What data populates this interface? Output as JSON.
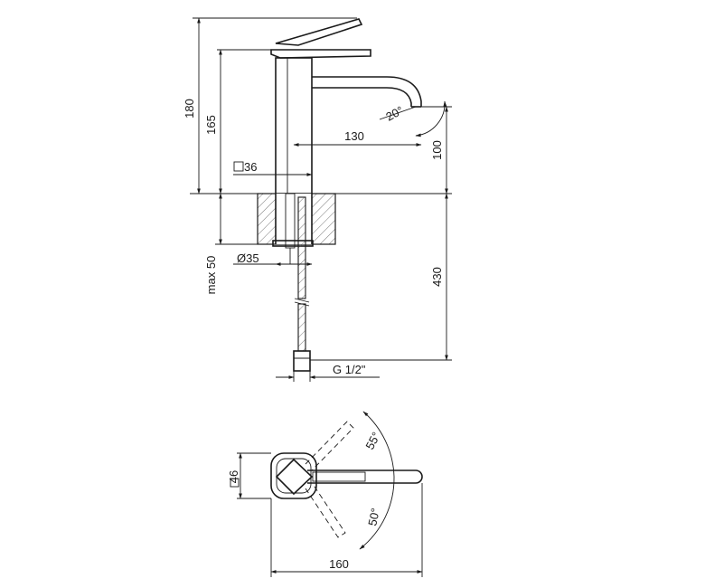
{
  "labels": {
    "height_total": "180",
    "height_spout": "165",
    "body_square": "36",
    "spout_reach": "130",
    "spout_angle": "20°",
    "spout_height": "100",
    "hole_diameter": "Ø35",
    "max_thickness": "max 50",
    "hose_length": "430",
    "connection": "G 1/2\"",
    "base_square": "46",
    "lever_angle_up": "55°",
    "lever_angle_down": "50°",
    "plan_length": "160"
  }
}
